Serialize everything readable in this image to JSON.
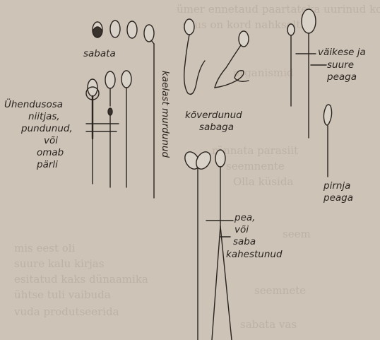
{
  "labels": {
    "sabata": "sabata",
    "kaelast_murdunud": "kaelast murdunud",
    "koverdunud_1": "kõverdunud",
    "koverdunud_2": "sabaga",
    "vaikese_1": "väikese ja",
    "vaikese_2": "suure",
    "vaikese_3": "peaga",
    "uhendusosa_1": "Ühendusosa",
    "uhendusosa_2": "niitjas,",
    "uhendusosa_3": "pundunud,",
    "uhendusosa_4": "või",
    "uhendusosa_5": "omab",
    "uhendusosa_6": "pärli",
    "pirnja_1": "pirnja",
    "pirnja_2": "peaga",
    "pea_1": "pea,",
    "pea_2": "või",
    "pea_3": "saba",
    "pea_4": "kahestunud"
  },
  "colors": {
    "ink": "#2a2420",
    "paper": "#cdc3b6",
    "head_fill": "#d9d2c8",
    "dark_fill": "#3a322c"
  }
}
